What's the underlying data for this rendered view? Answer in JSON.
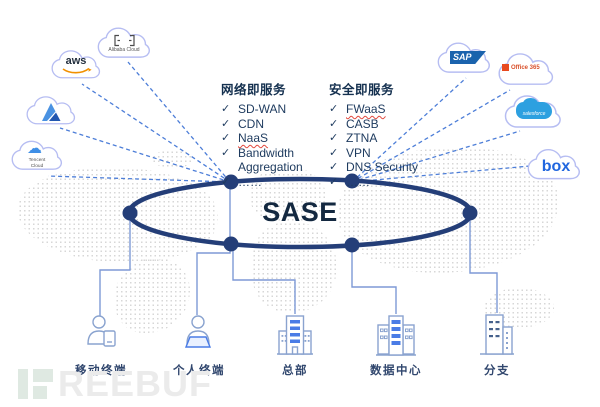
{
  "glyphs": {
    "check": "✓",
    "cloud": "☁"
  },
  "sase": {
    "label": "SASE"
  },
  "services": {
    "network": {
      "title": "网络即服务",
      "items": [
        "SD-WAN",
        "CDN",
        "NaaS",
        "Bandwidth Aggregation",
        "……"
      ]
    },
    "security": {
      "title": "安全即服务",
      "items": [
        "FWaaS",
        "CASB",
        "ZTNA",
        "VPN",
        "DNS Security",
        "……"
      ]
    }
  },
  "clouds": {
    "alibaba": {
      "label": "Alibaba Cloud"
    },
    "aws": {
      "label": "aws"
    },
    "tencent": {
      "label": "Tencent Cloud"
    },
    "sap": {
      "label": "SAP"
    },
    "office": {
      "label": "Office 365"
    },
    "salesforce": {
      "label": "salesforce"
    },
    "box": {
      "label": "box"
    }
  },
  "endpoints": {
    "mobile": {
      "label": "移动终端"
    },
    "personal": {
      "label": "个人终端"
    },
    "hq": {
      "label": "总部"
    },
    "datacenter": {
      "label": "数据中心"
    },
    "branch": {
      "label": "分支"
    }
  },
  "watermark": {
    "text": "REEBUF"
  },
  "colors": {
    "ellipse": "#243e78",
    "dashed_line": "#4d7ed8",
    "connector": "#7e99d6",
    "cloud_outline": "#b6bdf2",
    "icon_stroke": "#8aa3cf",
    "icon_accent": "#4a7ce6",
    "misspell_underline": "#e2483d"
  }
}
